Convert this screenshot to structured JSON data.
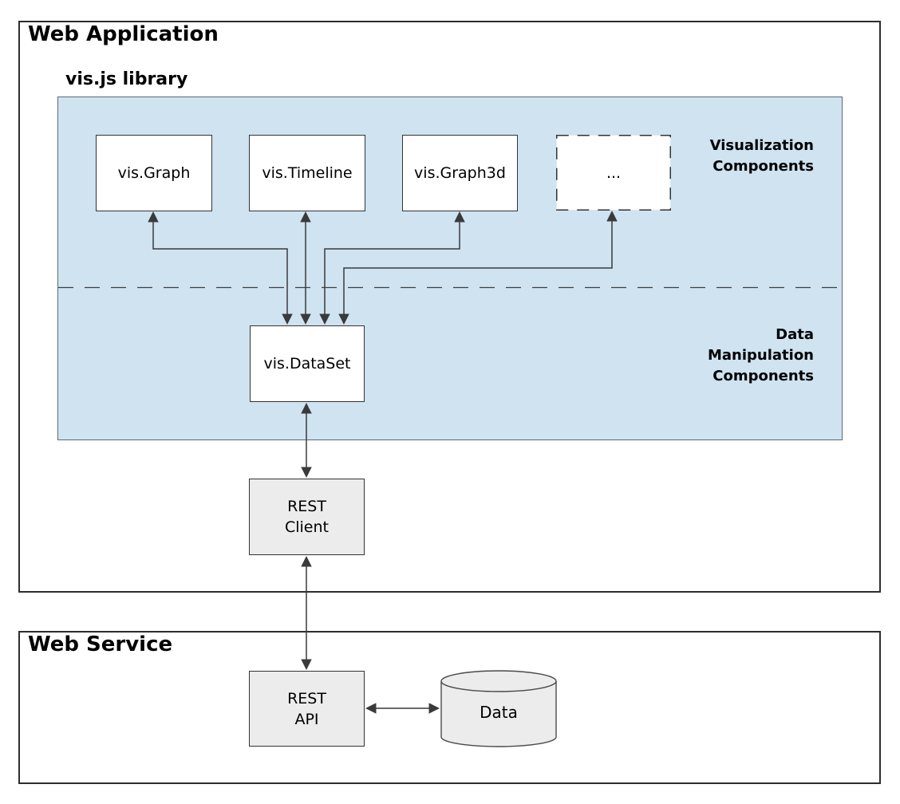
{
  "colors": {
    "panel_blue": "#cfe3f1",
    "node_white": "#ffffff",
    "node_gray": "#ececec",
    "border_dark": "#2d2d2d",
    "connector": "#3a3a3a",
    "text": "#000000"
  },
  "containers": {
    "web_application": {
      "label": "Web Application"
    },
    "web_service": {
      "label": "Web Service"
    }
  },
  "library": {
    "label": "vis.js library",
    "components": [
      {
        "label": "vis.Graph",
        "border": "solid"
      },
      {
        "label": "vis.Timeline",
        "border": "solid"
      },
      {
        "label": "vis.Graph3d",
        "border": "solid"
      },
      {
        "label": "...",
        "border": "dashed"
      }
    ],
    "dataset": {
      "label": "vis.DataSet"
    },
    "section_labels": {
      "visualization": [
        "Visualization",
        "Components"
      ],
      "data_manipulation": [
        "Data",
        "Manipulation",
        "Components"
      ]
    }
  },
  "nodes": {
    "rest_client": {
      "lines": [
        "REST",
        "Client"
      ]
    },
    "rest_api": {
      "lines": [
        "REST",
        "API"
      ]
    },
    "data_store": {
      "label": "Data",
      "shape": "cylinder"
    }
  },
  "connections": [
    {
      "from": "vis.Graph",
      "to": "vis.DataSet",
      "bidirectional": true
    },
    {
      "from": "vis.Timeline",
      "to": "vis.DataSet",
      "bidirectional": true
    },
    {
      "from": "vis.Graph3d",
      "to": "vis.DataSet",
      "bidirectional": true
    },
    {
      "from": "...",
      "to": "vis.DataSet",
      "bidirectional": true
    },
    {
      "from": "vis.DataSet",
      "to": "REST Client",
      "bidirectional": true
    },
    {
      "from": "REST Client",
      "to": "REST API",
      "bidirectional": true
    },
    {
      "from": "REST API",
      "to": "Data",
      "bidirectional": true
    }
  ]
}
